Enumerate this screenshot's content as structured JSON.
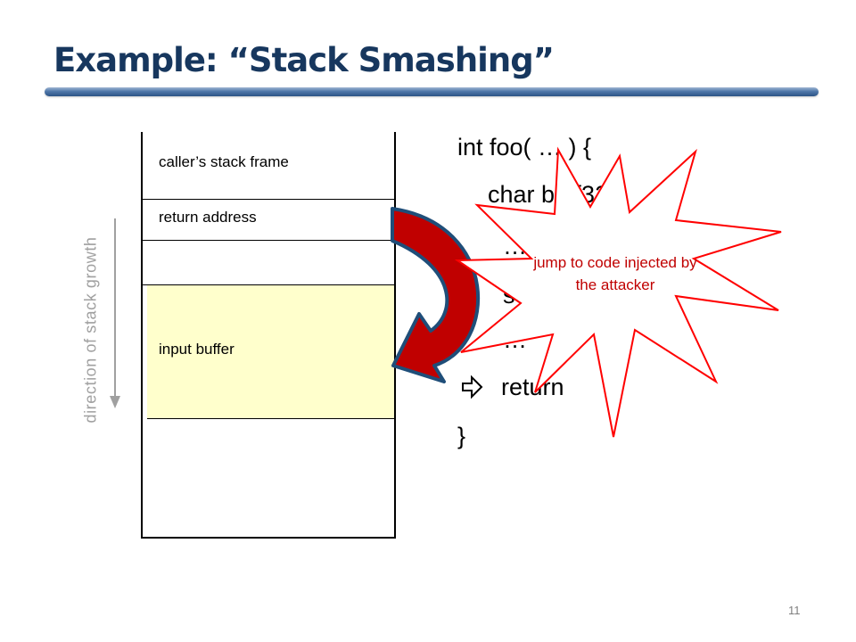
{
  "slide": {
    "title": "Example: “Stack Smashing”",
    "page_number": "11"
  },
  "stack": {
    "callers_frame": "caller’s stack frame",
    "return_address": "return address",
    "input_buffer": "input buffer",
    "growth_label": "direction of stack growth"
  },
  "code": {
    "line1": "int foo( … ) {",
    "line2": "char buf[32];",
    "line3": "…",
    "line4": "s",
    "line5": "…",
    "line6": "return",
    "line7": "}"
  },
  "callout": {
    "text": "jump to code injected by the attacker"
  },
  "colors": {
    "title": "#17375e",
    "buffer_fill": "#ffffcc",
    "arrow": "#c00000",
    "starburst_stroke": "#ff0000",
    "callout_text": "#c00000"
  },
  "icons": [
    "white-right-arrow-icon",
    "curved-red-arrow-icon",
    "down-arrow-icon",
    "starburst-icon"
  ]
}
